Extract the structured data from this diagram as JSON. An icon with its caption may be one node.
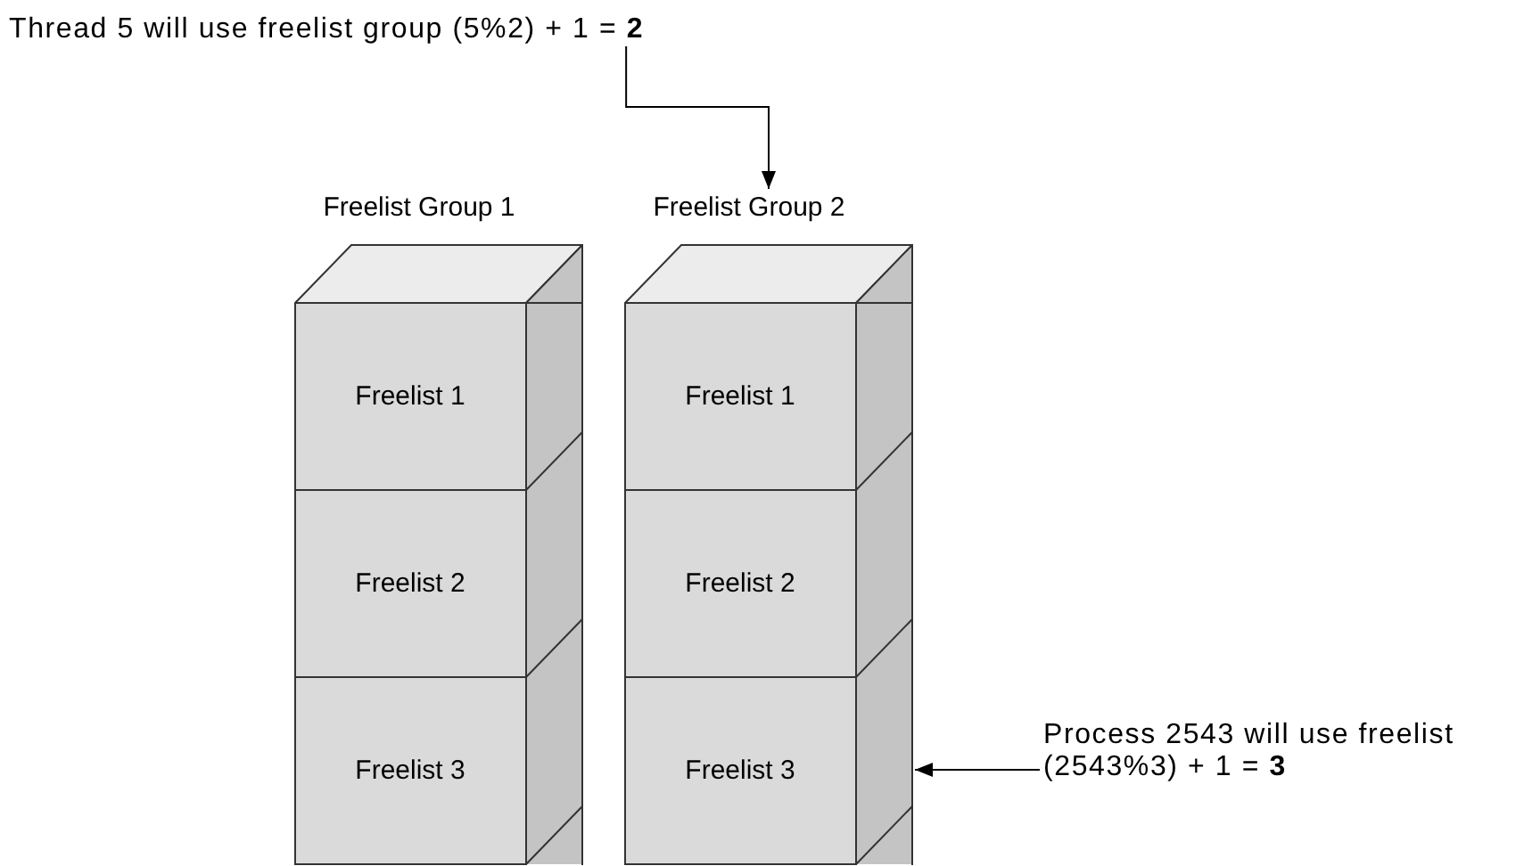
{
  "diagram": {
    "nodes": [
      {
        "text": [
          "Thread 5 will use freelist group (5%2) + 1 = **2**"
        ]
      },
      {
        "text": [
          "Freelist Group 1"
        ]
      },
      {
        "text": [
          "Freelist 1"
        ],
        "in": 1
      },
      {
        "text": [
          "Freelist 2"
        ],
        "in": 1
      },
      {
        "text": [
          "Freelist 3"
        ],
        "in": 1
      },
      {
        "text": [
          "Freelist Group 2"
        ]
      },
      {
        "text": [
          "Freelist 1"
        ],
        "in": 5
      },
      {
        "text": [
          "Freelist 2"
        ],
        "in": 5
      },
      {
        "text": [
          "Freelist 3"
        ],
        "in": 5
      },
      {
        "text": [
          "Process 2543 will use freelist (2543%3) + 1 = **3**"
        ]
      }
    ],
    "edges": [
      {
        "from": 0,
        "to": 5,
        "arrow": "to"
      },
      {
        "from": 9,
        "to": 8,
        "arrow": "to"
      }
    ]
  }
}
